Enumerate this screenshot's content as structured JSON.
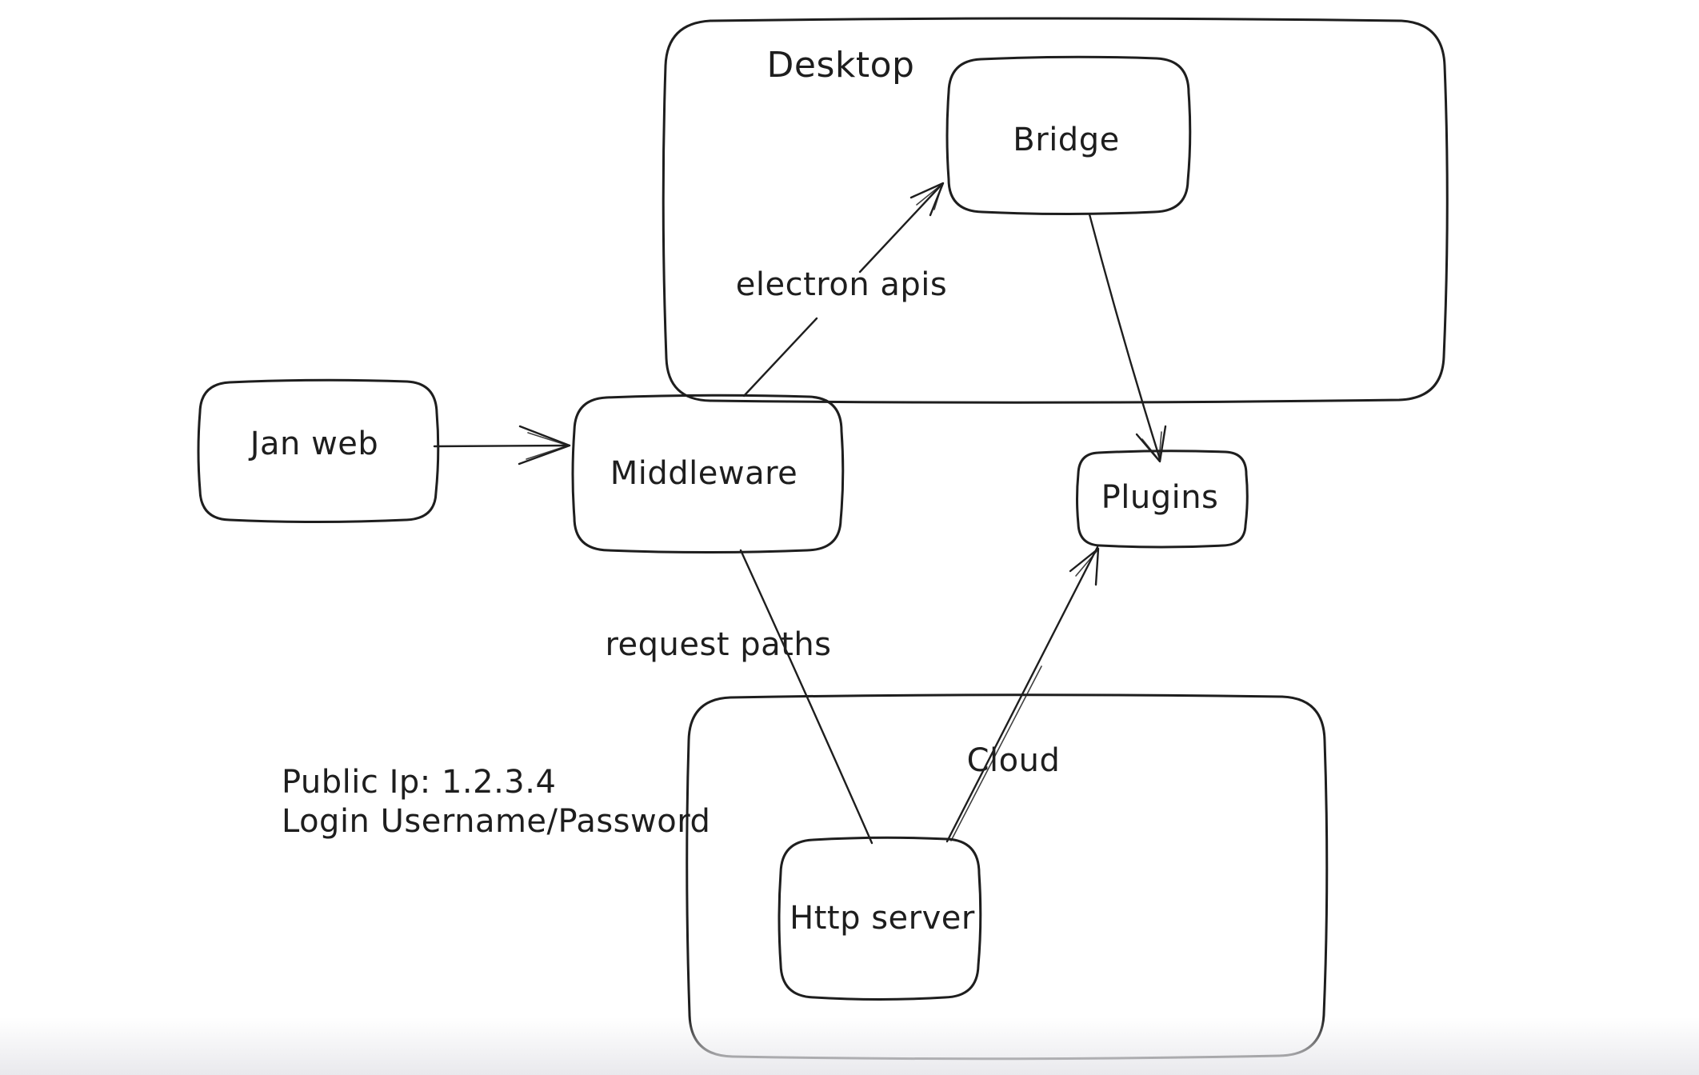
{
  "canvas": {
    "background_color": "#ffffff",
    "stroke_color": "#1e1e1e"
  },
  "containers": [
    {
      "id": "desktop",
      "label": "Desktop"
    },
    {
      "id": "cloud",
      "label": "Cloud"
    }
  ],
  "nodes": [
    {
      "id": "jan-web",
      "label": "Jan web"
    },
    {
      "id": "middleware",
      "label": "Middleware"
    },
    {
      "id": "bridge",
      "label": "Bridge"
    },
    {
      "id": "plugins",
      "label": "Plugins"
    },
    {
      "id": "http-server",
      "label": "Http server"
    }
  ],
  "edges": [
    {
      "from": "jan-web",
      "to": "middleware",
      "label": "",
      "arrowhead": "end"
    },
    {
      "from": "middleware",
      "to": "bridge",
      "label": "electron apis",
      "arrowhead": "end"
    },
    {
      "from": "bridge",
      "to": "plugins",
      "label": "",
      "arrowhead": "end"
    },
    {
      "from": "middleware",
      "to": "http-server",
      "label": "request paths",
      "arrowhead": "none"
    },
    {
      "from": "http-server",
      "to": "plugins",
      "label": "",
      "arrowhead": "end"
    }
  ],
  "notes": {
    "public_ip": "Public Ip: 1.2.3.4",
    "login": "Login Username/Password"
  }
}
